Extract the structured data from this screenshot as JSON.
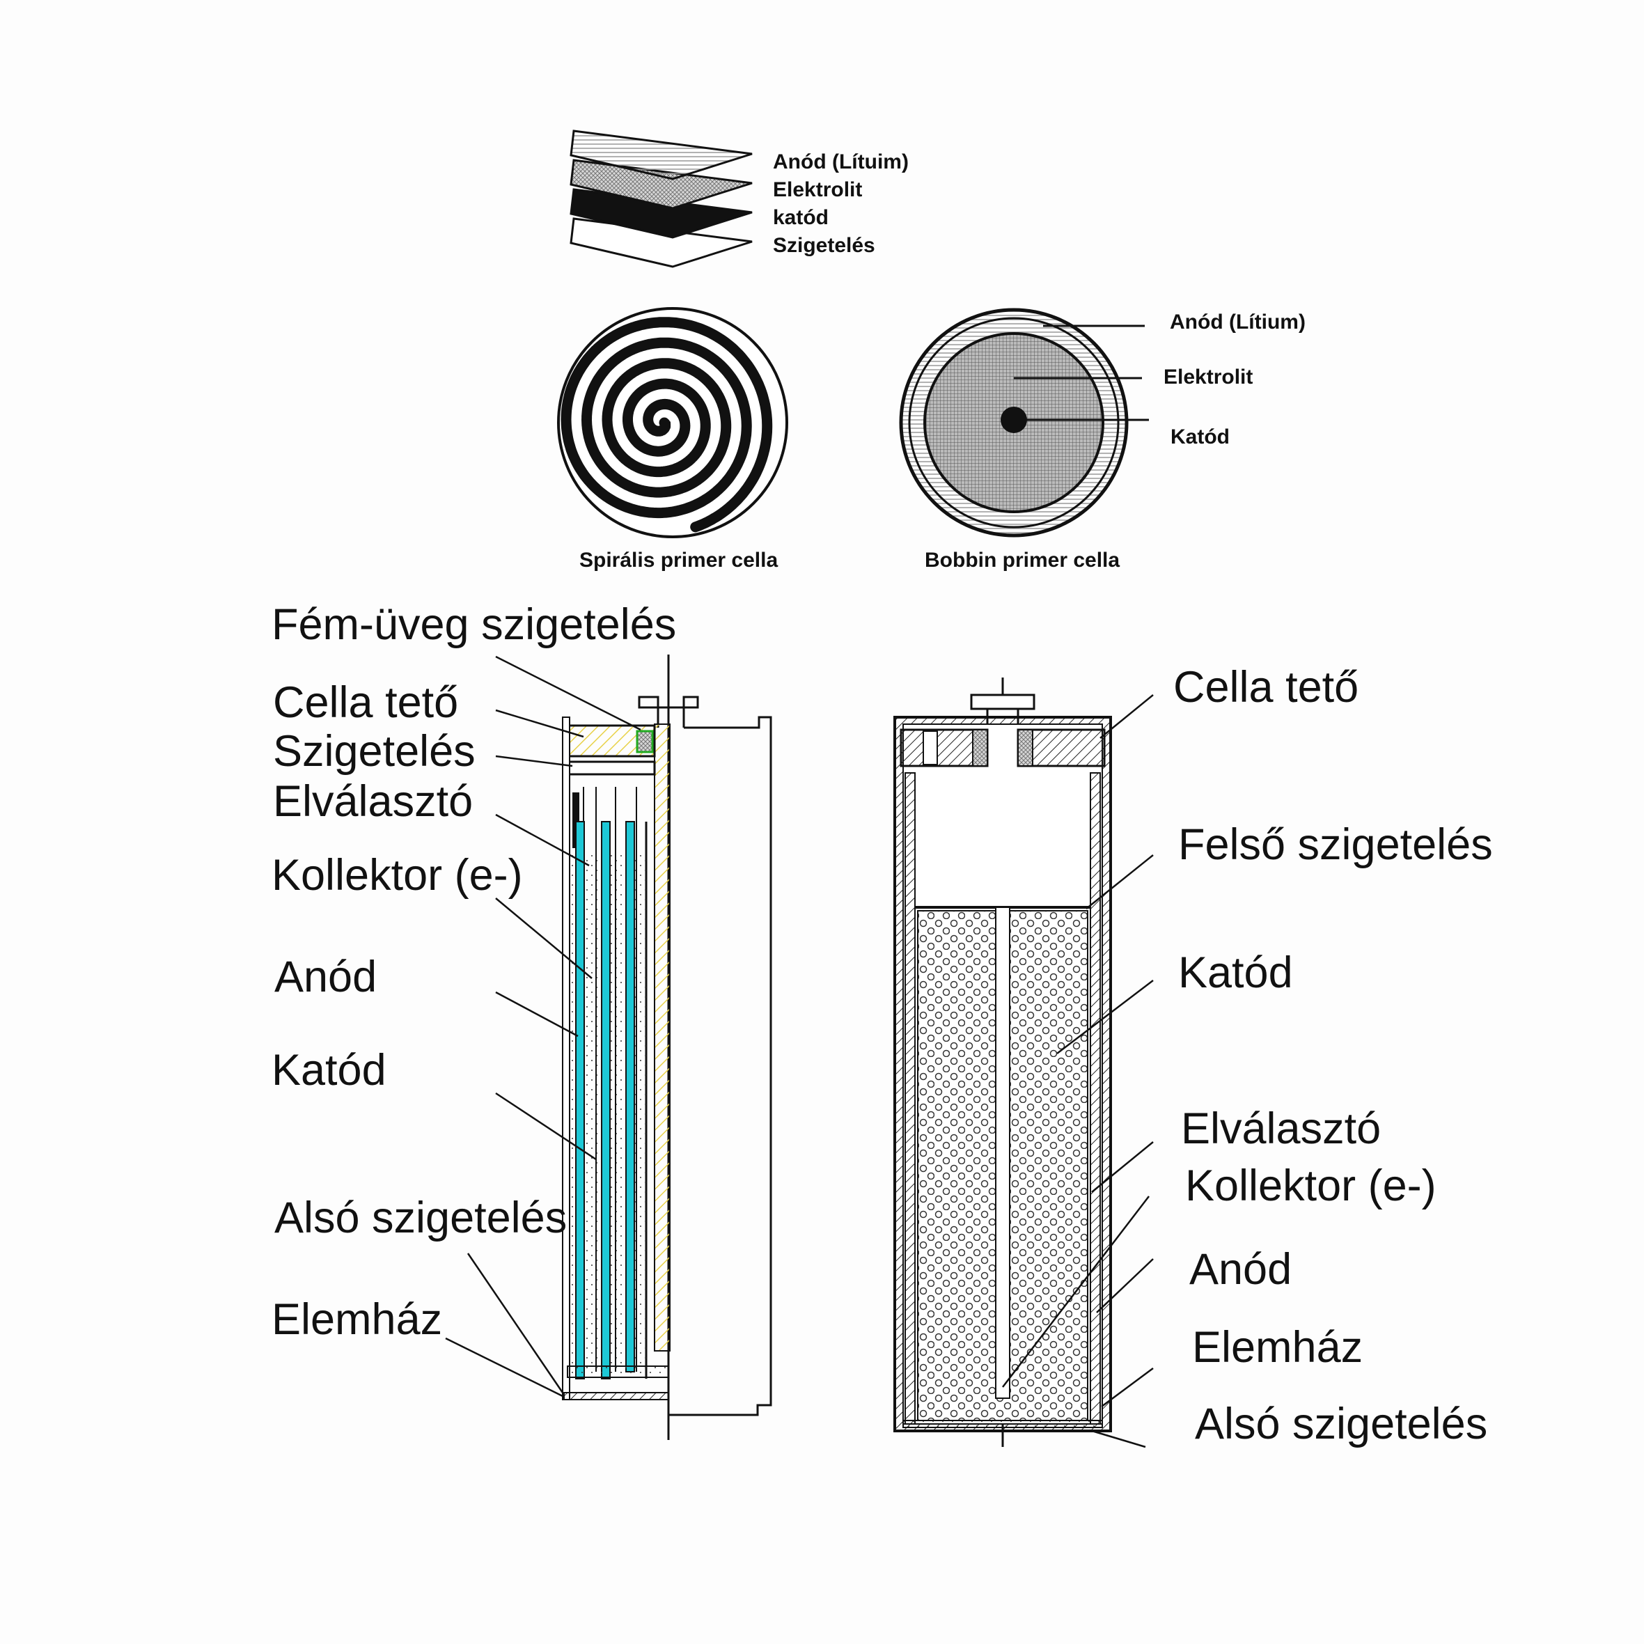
{
  "layers": {
    "anode": "Anód (Lítuim)",
    "electrolyte": "Elektrolit",
    "cathode": "katód",
    "insulation": "Szigetelés"
  },
  "spiral": {
    "caption": "Spirális primer cella"
  },
  "bobbin": {
    "caption": "Bobbin primer cella",
    "anode": "Anód (Lítium)",
    "electrolyte": "Elektrolit",
    "cathode": "Katód"
  },
  "left_cell": {
    "labels": [
      "Fém-üveg szigetelés",
      "Cella tető",
      "Szigetelés",
      "Elválasztó",
      "Kollektor (e-)",
      "Anód",
      "Katód",
      "Alsó szigetelés",
      "Elemház"
    ]
  },
  "right_cell": {
    "labels": [
      "Cella tető",
      "Felső szigetelés",
      "Katód",
      "Elválasztó",
      "Kollektor (e-)",
      "Anód",
      "Elemház",
      "Alsó szigetelés"
    ]
  },
  "colors": {
    "anode_fill": "#1ec8d6",
    "yellow_hatch": "#e8d24a",
    "green_seal": "#33cc44",
    "line": "#111111"
  }
}
